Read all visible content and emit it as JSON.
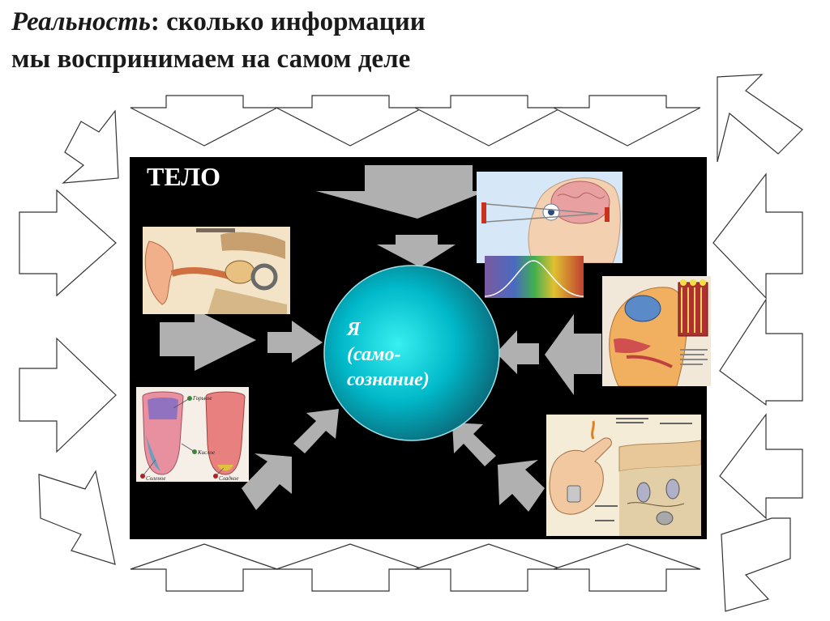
{
  "slide": {
    "title_emph": "Реальность",
    "title_rest": ": сколько информации",
    "title_line2": "мы воспринимаем на самом деле"
  },
  "diagram": {
    "panel_label": "ТЕЛО",
    "center": {
      "line1": "Я",
      "line2": "(само-",
      "line3": "сознание)"
    },
    "images": [
      {
        "name": "ear-anatomy-image"
      },
      {
        "name": "eye-brain-vision-image"
      },
      {
        "name": "light-spectrum-image"
      },
      {
        "name": "smell-organ-image"
      },
      {
        "name": "tongue-taste-image",
        "labels": [
          "Горькое",
          "Кислое",
          "Соленое",
          "Сладкое"
        ]
      },
      {
        "name": "skin-touch-image"
      }
    ],
    "colors": {
      "panel": "#000000",
      "sphere": "#00b8c8",
      "arrow": "#b0b0b0"
    }
  }
}
